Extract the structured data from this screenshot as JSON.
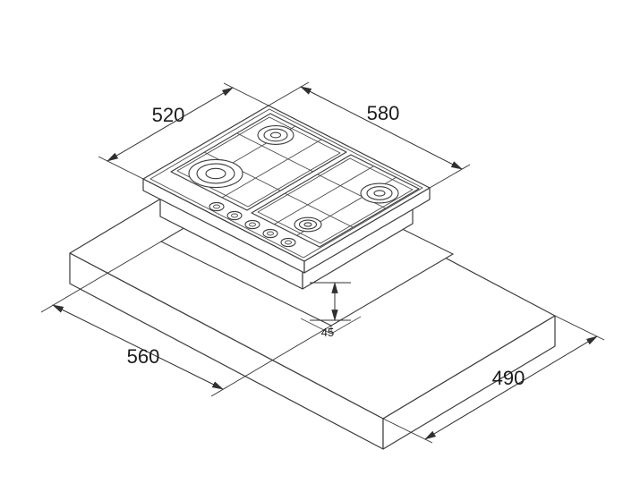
{
  "dimensions": {
    "hob_depth": "520",
    "hob_width": "580",
    "cutout_width": "560",
    "cutout_depth": "490",
    "installation_depth": "45"
  },
  "colors": {
    "line": "#3c3c3c",
    "dimension_text": "#1b1b1b",
    "background": "#ffffff"
  }
}
